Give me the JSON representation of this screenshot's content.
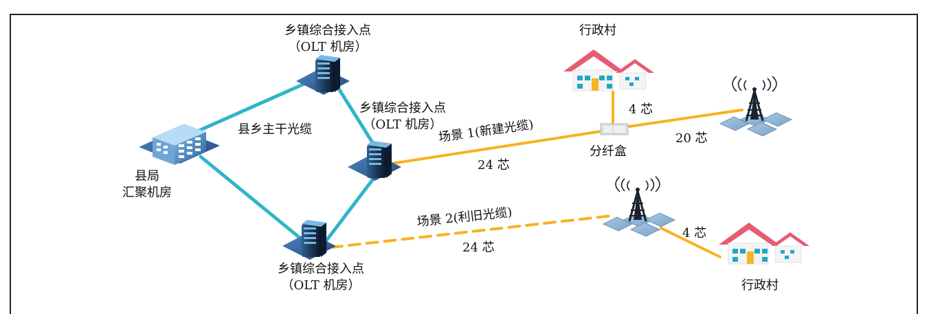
{
  "labels": {
    "olt_top_line1": "乡镇综合接入点",
    "olt_top_line2": "（OLT 机房）",
    "olt_mid_line1": "乡镇综合接入点",
    "olt_mid_line2": "（OLT 机房）",
    "olt_bottom_line1": "乡镇综合接入点",
    "olt_bottom_line2": "（OLT 机房）",
    "county_line1": "县局",
    "county_line2": "汇聚机房",
    "trunk_cable": "县乡主干光缆",
    "scenario1": "场景 1(新建光缆)",
    "scenario2": "场景 2(利旧光缆)",
    "fiber_24_top": "24 芯",
    "fiber_24_bottom": "24 芯",
    "splitter_box": "分纤盒",
    "fiber_20": "20 芯",
    "fiber_4_top": "4 芯",
    "fiber_4_bottom": "4 芯",
    "village_top": "行政村",
    "village_bottom": "行政村"
  },
  "colors": {
    "trunk_cyan": "#2fb5c9",
    "cable_orange": "#f6b21d",
    "roof_red": "#e75b74",
    "wall_white": "#f4f4f4",
    "window_cyan": "#20a8c8",
    "door_yellow": "#f3b627",
    "base_blue": "#3b72a7",
    "tower_dark": "#1b2230",
    "hex_blue": "#8db1d1",
    "frame_dark": "#222222"
  },
  "icons": [
    "county-building-icon",
    "olt-server-icon",
    "village-house-icon",
    "base-station-tower-icon",
    "fiber-splitter-box-icon"
  ]
}
